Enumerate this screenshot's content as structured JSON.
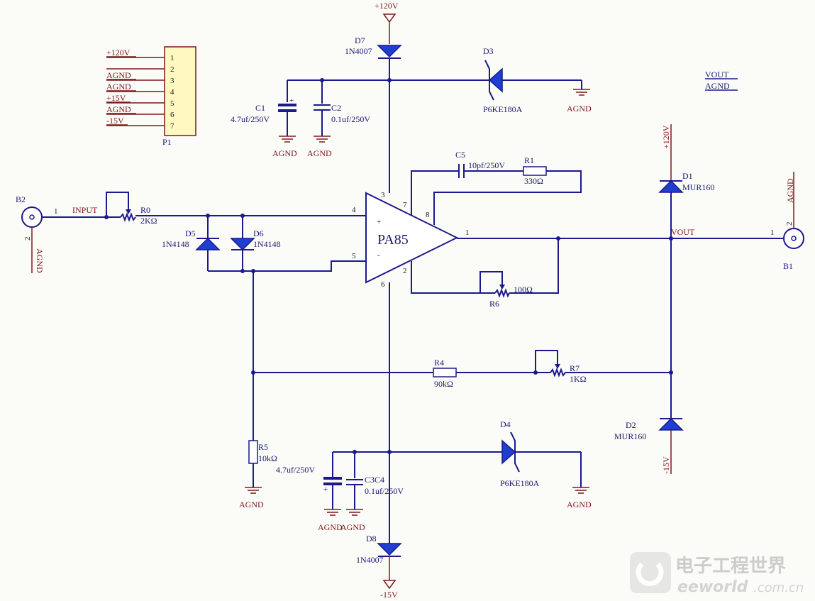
{
  "connector_p1": {
    "designator": "P1",
    "pins": [
      "1",
      "2",
      "3",
      "4",
      "5",
      "6",
      "7"
    ],
    "nets": [
      "+120V",
      "",
      "AGND",
      "AGND",
      "+15V",
      "AGND",
      "-15V"
    ]
  },
  "opamp": {
    "name": "PA85",
    "plus": "+",
    "minus": "-",
    "pins": [
      "4",
      "5",
      "3",
      "6",
      "7",
      "8",
      "1",
      "2"
    ]
  },
  "supply": {
    "pos_120": "+120V",
    "neg_15": "-15V",
    "pos_120_right": "+120V",
    "neg_15_right": "-15V"
  },
  "gnd": "AGND",
  "net_labels": {
    "input": "INPUT",
    "vout": "VOUT",
    "legend_vout": "VOUT",
    "legend_agnd": "AGND"
  },
  "components": {
    "D7": {
      "ref": "D7",
      "value": "1N4007"
    },
    "D3": {
      "ref": "D3",
      "value": "P6KE180A"
    },
    "C1": {
      "ref": "C1",
      "value": "4.7uf/250V"
    },
    "C2": {
      "ref": "C2",
      "value": "0.1uf/250V"
    },
    "C5": {
      "ref": "C5",
      "value": "10pf/250V"
    },
    "R1": {
      "ref": "R1",
      "value": "330Ω"
    },
    "R0": {
      "ref": "R0",
      "value": "2KΩ"
    },
    "D5": {
      "ref": "D5",
      "value": "1N4148"
    },
    "D6": {
      "ref": "D6",
      "value": "1N4148"
    },
    "R6": {
      "ref": "R6",
      "value": "100Ω"
    },
    "D1": {
      "ref": "D1",
      "value": "MUR160"
    },
    "D2": {
      "ref": "D2",
      "value": "MUR160"
    },
    "R4": {
      "ref": "R4",
      "value": "90kΩ"
    },
    "R7": {
      "ref": "R7",
      "value": "1KΩ"
    },
    "R5": {
      "ref": "R5",
      "value": "10kΩ"
    },
    "C3C4_ref": "C3C4",
    "C3": {
      "value": "4.7uf/250V"
    },
    "C4": {
      "value": "0.1uf/250V"
    },
    "D4": {
      "ref": "D4",
      "value": "P6KE180A"
    },
    "D8": {
      "ref": "D8",
      "value": "1N4007"
    }
  },
  "connectors": {
    "B1": {
      "ref": "B1",
      "pin1": "1",
      "pin2": "2",
      "net": "AGND"
    },
    "B2": {
      "ref": "B2",
      "pin1": "1",
      "pin2": "2",
      "net": "AGND"
    }
  },
  "watermark": {
    "cn": "电子工程世界",
    "en": "eeworld",
    "domain": ".com.cn"
  }
}
